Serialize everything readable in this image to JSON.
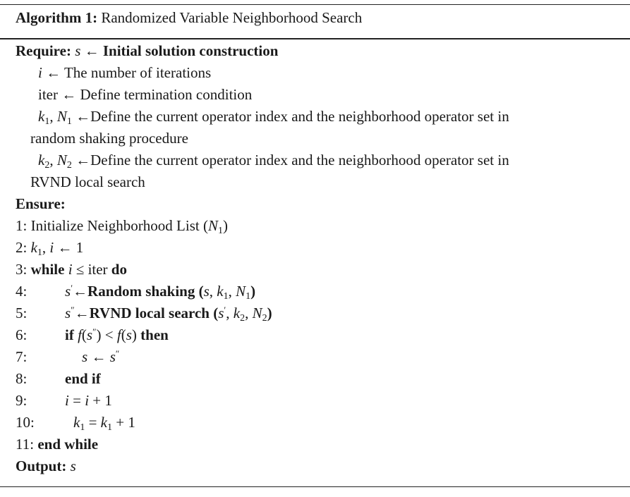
{
  "caption": {
    "label": "Algorithm 1:",
    "title": "Randomized Variable Neighborhood Search"
  },
  "require": {
    "keyword": "Require:",
    "s_var": "s",
    "arrow": "←",
    "s_text": "Initial solution construction",
    "i_var": "i",
    "i_text": "The number of iterations",
    "iter_var": "iter",
    "iter_text": "Define termination condition",
    "k1n1_text": "Define the current operator index and the neighborhood operator set in",
    "k1n1_cont": "random shaking procedure",
    "k2n2_text": "Define the current operator index and the neighborhood operator set in",
    "k2n2_cont": "RVND local search"
  },
  "ensure": {
    "keyword": "Ensure:"
  },
  "steps": {
    "s1": {
      "num": "1:",
      "text": "Initialize Neighborhood List (",
      "close": ")"
    },
    "s2": {
      "num": "2:",
      "val": "1"
    },
    "s3": {
      "num": "3:",
      "while_kw": "while",
      "iter": "iter",
      "do_kw": "do"
    },
    "s4": {
      "num": "4:",
      "fn": "Random shaking"
    },
    "s5": {
      "num": "5:",
      "fn": "RVND local search"
    },
    "s6": {
      "num": "6:",
      "if_kw": "if",
      "then_kw": "then"
    },
    "s7": {
      "num": "7:"
    },
    "s8": {
      "num": "8:",
      "text": "end if"
    },
    "s9": {
      "num": "9:",
      "one": "1"
    },
    "s10": {
      "num": "10:",
      "one": "1"
    },
    "s11": {
      "num": "11:",
      "text": "end while"
    }
  },
  "output": {
    "keyword": "Output:",
    "var": "s"
  },
  "sym": {
    "k": "k",
    "N": "N",
    "sub1": "1",
    "sub2": "2",
    "f": "f",
    "prime": "′",
    "dprime": "″",
    "lt": "<",
    "le": "≤",
    "eq": "=",
    "plus": "+",
    "comma": ", "
  }
}
